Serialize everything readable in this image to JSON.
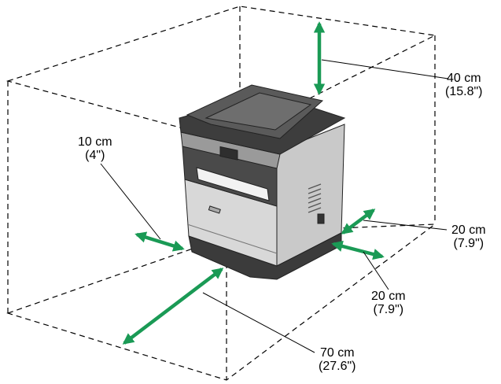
{
  "colors": {
    "arrow": "#1a9a55",
    "line": "#000000",
    "printer_body": "#d9d9d9",
    "printer_dark": "#3d3d3d",
    "printer_mid": "#8a8a8a"
  },
  "clearances": {
    "top": {
      "metric": "40 cm",
      "imperial": "(15.8\")"
    },
    "left": {
      "metric": "10 cm",
      "imperial": "(4\")"
    },
    "right_back": {
      "metric": "20 cm",
      "imperial": "(7.9\")"
    },
    "right_front": {
      "metric": "20 cm",
      "imperial": "(7.9\")"
    },
    "front": {
      "metric": "70 cm",
      "imperial": "(27.6\")"
    }
  },
  "icons": {
    "device": "multifunction-printer-icon",
    "arrows": "double-headed-arrow-icon"
  }
}
